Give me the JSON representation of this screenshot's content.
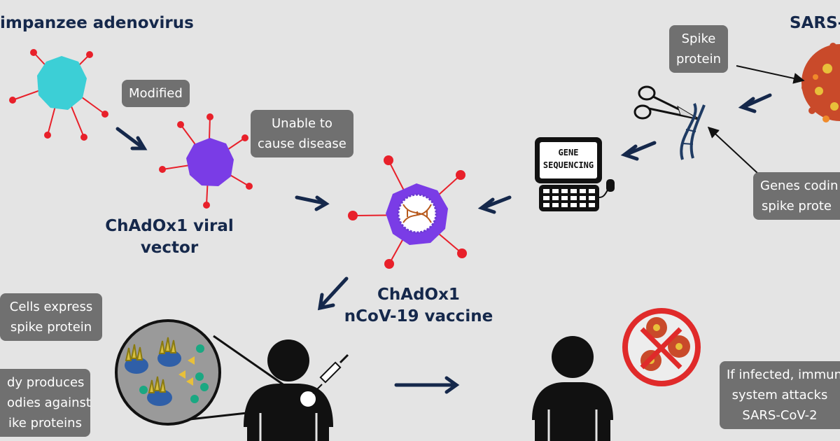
{
  "labels": {
    "chimp": "impanzee adenovirus",
    "sars": "SARS-",
    "vector_l1": "ChAdOx1 viral",
    "vector_l2": "vector",
    "vaccine_l1": "ChAdOx1",
    "vaccine_l2": "nCoV-19 vaccine",
    "gene_l1": "GENE",
    "gene_l2": "SEQUENCING"
  },
  "boxes": {
    "modified": "Modified",
    "unable_l1": "Unable to",
    "unable_l2": "cause disease",
    "spike_l1": "Spike",
    "spike_l2": "protein",
    "genes_l1": "Genes codin",
    "genes_l2": "spike prote",
    "cells_l1": "Cells express",
    "cells_l2": "spike protein",
    "body_l1": "dy produces",
    "body_l2": "odies against",
    "body_l3": "ike proteins",
    "infected_l1": "If infected, immun",
    "infected_l2": "system attacks",
    "infected_l3": "SARS-CoV-2"
  },
  "colors": {
    "background": "#e4e4e4",
    "navy": "#15284b",
    "box_gray": "#707070",
    "teal": "#3ccfd6",
    "purple": "#7a3ce6",
    "spike_red": "#e8202a",
    "cell_blue": "#2f5fa8",
    "antibody_green": "#1aa882",
    "antibody_yellow": "#e8c03a",
    "ban_red": "#e02a2a"
  },
  "icons": [
    "chimpanzee-adenovirus-icon",
    "viral-vector-icon",
    "vaccine-virus-icon",
    "dna-icon",
    "gene-sequencing-computer-icon",
    "scissors-icon",
    "sars-cov-2-virus-icon",
    "zoom-cells-icon",
    "person-vaccinated-icon",
    "syringe-icon",
    "person-protected-icon",
    "no-virus-icon"
  ]
}
